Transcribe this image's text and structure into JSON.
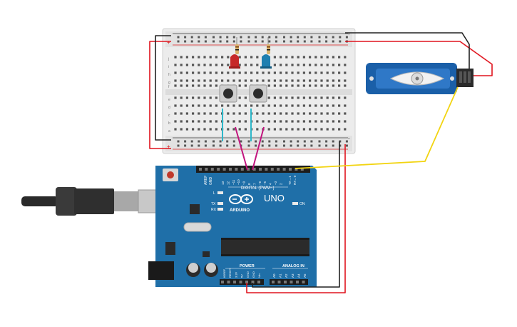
{
  "board": {
    "logo_text": "ARDUINO",
    "model": "UNO",
    "on_label": "ON",
    "digital_label": "DIGITAL (PWM~)",
    "power_label": "POWER",
    "analog_label": "ANALOG IN",
    "aref_label": "AREF",
    "gnd_label": "GND",
    "l_label": "L",
    "tx_label": "TX",
    "rx_label": "RX",
    "tx_pin_label": "TX→1",
    "rx_pin_label": "RX←0",
    "digital_pins": [
      "13",
      "12",
      "~11",
      "~10",
      "~9",
      "8",
      "7",
      "~6",
      "~5",
      "4",
      "~3",
      "2"
    ],
    "power_pins": [
      "IOREF",
      "RESET",
      "3.3V",
      "5V",
      "GND",
      "GND",
      "Vin"
    ],
    "analog_pins": [
      "A0",
      "A1",
      "A2",
      "A3",
      "A4",
      "A5"
    ]
  },
  "breadboard": {
    "row_letters_top": [
      "j",
      "i",
      "h",
      "g",
      "f"
    ],
    "row_letters_bottom": [
      "e",
      "d",
      "c",
      "b",
      "a"
    ],
    "rail_plus": "+",
    "rail_minus": "-"
  },
  "colors": {
    "board": "#1f6fa8",
    "breadboard": "#e9e9e9",
    "wire_red": "#e0141e",
    "wire_black": "#222222",
    "wire_yellow": "#f2d411",
    "wire_magenta": "#c2157e",
    "wire_cyan": "#2fb7c9",
    "led_red": "#c62828",
    "led_blue": "#1e7fb0",
    "servo": "#1a5fa8"
  }
}
